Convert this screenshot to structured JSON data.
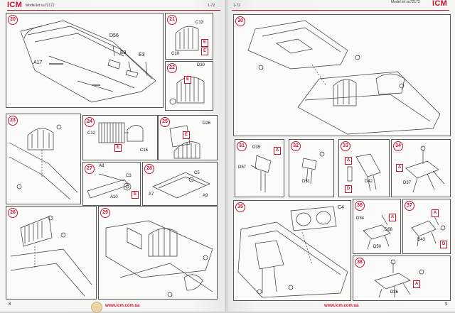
{
  "left_page": {
    "logo": "ICM",
    "kit": "Model kit №72172",
    "page_ref": "1-72",
    "page_number": "8",
    "footer_url": "www.icm.com.ua"
  },
  "right_page": {
    "logo": "ICM",
    "kit": "Model kit №72172",
    "page_ref": "1-72",
    "page_number": "9",
    "footer_url": "www.icm.com.ua"
  },
  "steps": {
    "s20": {
      "num": "20",
      "labels": [
        "D56",
        "E3",
        "E3",
        "A17"
      ]
    },
    "s21": {
      "num": "21",
      "labels": [
        "C13",
        "C10"
      ],
      "tags": [
        "E",
        "E"
      ]
    },
    "s22": {
      "num": "22",
      "labels": [
        "D30"
      ],
      "tags": [
        "E"
      ]
    },
    "s23": {
      "num": "23"
    },
    "s24": {
      "num": "24",
      "labels": [
        "C12",
        "C15"
      ],
      "tags": [
        "E"
      ]
    },
    "s25": {
      "num": "25",
      "labels": [
        "D26"
      ],
      "tags": [
        "E"
      ]
    },
    "s26": {
      "num": "26"
    },
    "s27": {
      "num": "27",
      "labels": [
        "A8",
        "C3",
        "A10"
      ],
      "tags": [
        "E"
      ]
    },
    "s28": {
      "num": "28",
      "labels": [
        "C5",
        "A7",
        "A9"
      ]
    },
    "s29": {
      "num": "29"
    },
    "s30": {
      "num": "30"
    },
    "s31": {
      "num": "31",
      "labels": [
        "D35",
        "D57"
      ],
      "tags": [
        "A"
      ]
    },
    "s32": {
      "num": "32",
      "labels": [
        "D51"
      ]
    },
    "s33": {
      "num": "33",
      "labels": [
        "D42"
      ],
      "tags": [
        "A",
        "D"
      ]
    },
    "s34": {
      "num": "34",
      "labels": [
        "D37"
      ],
      "tags": [
        "A"
      ]
    },
    "s35": {
      "num": "35",
      "labels": [
        "C4"
      ]
    },
    "s36": {
      "num": "36",
      "labels": [
        "D34",
        "D58",
        "D50"
      ],
      "tags": [
        "A"
      ]
    },
    "s37": {
      "num": "37",
      "labels": [
        "D43"
      ],
      "tags": [
        "A",
        "D"
      ]
    },
    "s38": {
      "num": "38",
      "labels": [
        "D36"
      ],
      "tags": [
        "A"
      ]
    }
  }
}
